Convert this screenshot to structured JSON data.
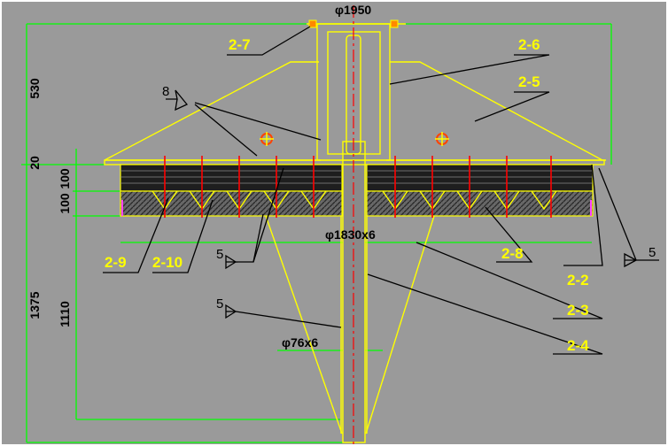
{
  "drawing": {
    "background": "#9a9a9a",
    "colors": {
      "yellow": "#ffff00",
      "green": "#00ff00",
      "red": "#ff0000",
      "black": "#000000",
      "white": "#ffffff"
    },
    "dimensions": {
      "top_width": "φ1950",
      "height_530": "530",
      "height_20": "20",
      "height_100a": "100",
      "height_100b": "100",
      "height_1375": "1375",
      "height_1110": "1110"
    },
    "annotations": {
      "pipe_large": "φ1830x6",
      "pipe_small": "φ76x6"
    },
    "part_labels": {
      "p2_7": "2-7",
      "p2_6": "2-6",
      "p2_5": "2-5",
      "p2_9": "2-9",
      "p2_10": "2-10",
      "p2_8": "2-8",
      "p2_2": "2-2",
      "p2_3": "2-3",
      "p2_4": "2-4"
    },
    "weld_symbols": {
      "w8": "8",
      "w5a": "5",
      "w5b": "5",
      "w5c": "5"
    }
  }
}
